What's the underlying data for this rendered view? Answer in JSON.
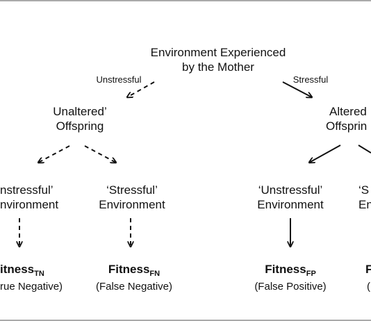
{
  "root": {
    "line1": "Environment Experienced",
    "line2": "by the Mother"
  },
  "branch_labels": {
    "left": "Unstressful",
    "right": "Stressful"
  },
  "offspring": {
    "left": {
      "line1": "Unaltered’",
      "line2": "Offspring"
    },
    "right": {
      "line1": "Altered",
      "line2": "Offsprin"
    }
  },
  "environments": [
    {
      "line1": "nstressful’",
      "line2": "nvironment"
    },
    {
      "line1": "‘Stressful’",
      "line2": "Environment"
    },
    {
      "line1": "‘Unstressful’",
      "line2": "Environment"
    },
    {
      "line1": "‘S",
      "line2": "En"
    }
  ],
  "fitness": [
    {
      "label": "itness",
      "sub": "TN",
      "note": "rue Negative)"
    },
    {
      "label": "Fitness",
      "sub": "FN",
      "note": "(False Negative)"
    },
    {
      "label": "Fitness",
      "sub": "FP",
      "note": "(False Positive)"
    },
    {
      "label": "F",
      "sub": "",
      "note": "("
    }
  ],
  "colors": {
    "line": "#111111",
    "frame": "#555555",
    "background": "#ffffff"
  }
}
